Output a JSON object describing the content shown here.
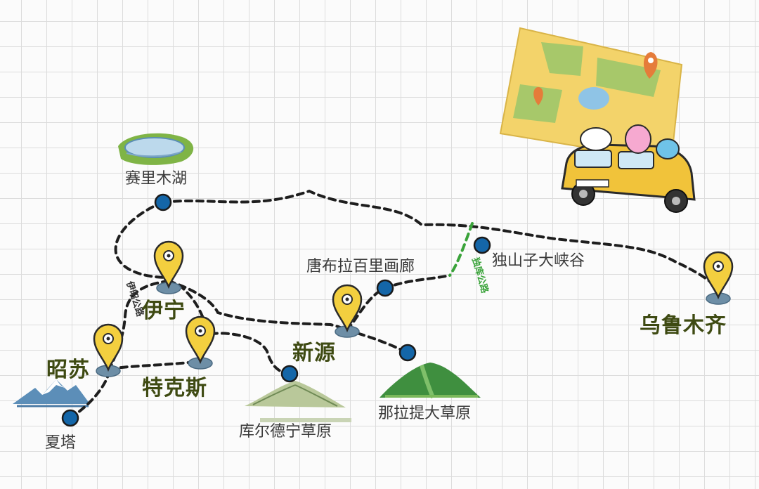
{
  "map": {
    "major_cities": [
      {
        "id": "yining",
        "name": "伊宁"
      },
      {
        "id": "zhaosu",
        "name": "昭苏"
      },
      {
        "id": "tekesi",
        "name": "特克斯"
      },
      {
        "id": "xinyuan",
        "name": "新源"
      },
      {
        "id": "urumqi",
        "name": "乌鲁木齐"
      }
    ],
    "attractions": [
      {
        "id": "sayram",
        "name": "赛里木湖"
      },
      {
        "id": "tangbula",
        "name": "唐布拉百里画廊"
      },
      {
        "id": "dushanzi",
        "name": "独山子大峡谷"
      },
      {
        "id": "kuerdening",
        "name": "库尔德宁草原"
      },
      {
        "id": "nalati",
        "name": "那拉提大草原"
      },
      {
        "id": "xiata",
        "name": "夏塔"
      }
    ],
    "roads": [
      {
        "id": "yizhao",
        "name": "伊昭公路"
      },
      {
        "id": "duku",
        "name": "独库公路"
      }
    ],
    "colors": {
      "route_line": "#1e1e1e",
      "duku_road": "#3aa33a",
      "attraction_dot": "#1466a8",
      "pin_fill": "#f3cf3f",
      "major_label": "#3e4a12",
      "grid": "#dcdcdc"
    },
    "icons": [
      "map-pin-icon",
      "lake-icon",
      "mountain-icon",
      "grassland-hill-icon",
      "snow-mountain-icon",
      "car-illustration-icon",
      "paper-map-icon"
    ]
  }
}
